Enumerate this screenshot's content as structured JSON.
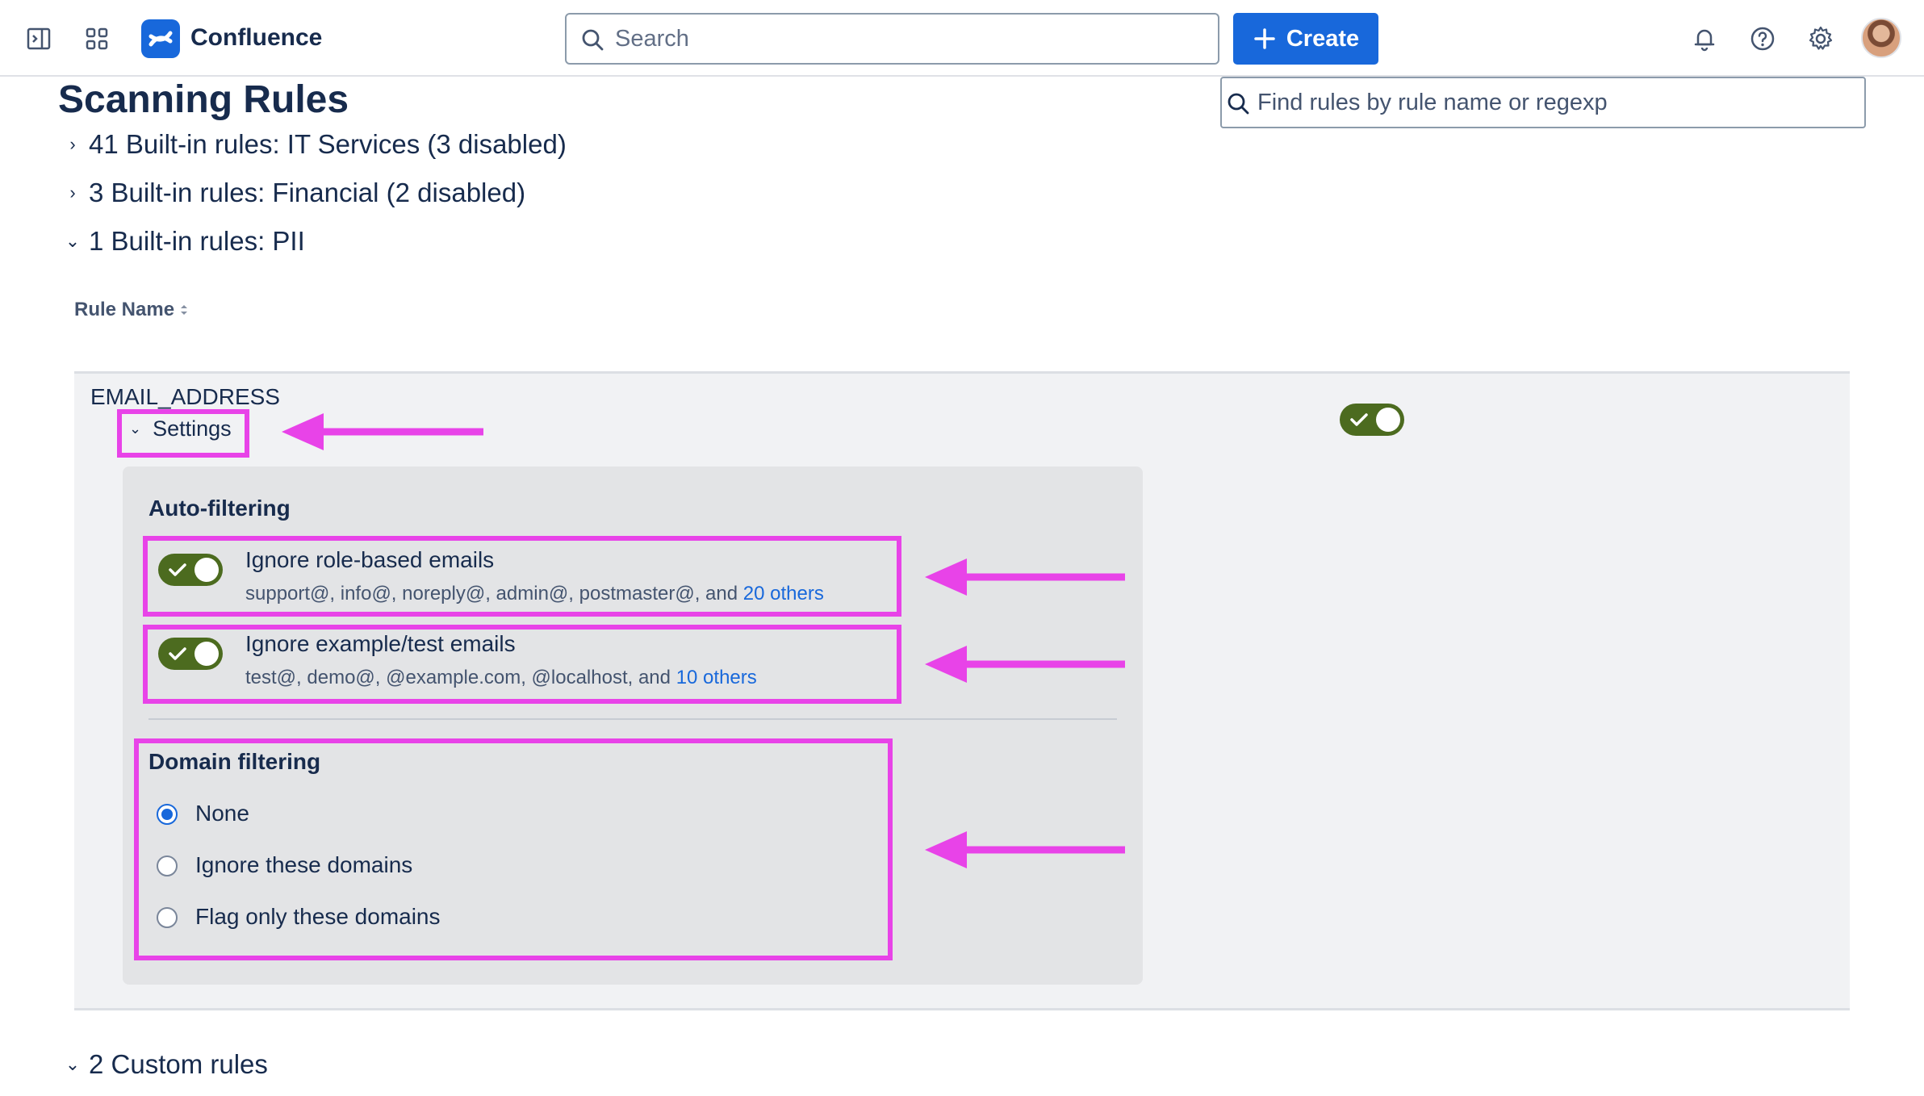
{
  "header": {
    "brand": "Confluence",
    "search_placeholder": "Search",
    "create_label": "Create",
    "icons": [
      "sidebar-toggle-icon",
      "app-switcher-icon",
      "confluence-logo-icon",
      "notifications-icon",
      "help-icon",
      "settings-icon",
      "avatar"
    ]
  },
  "page": {
    "title": "Scanning Rules",
    "rule_search_placeholder": "Find rules by rule name or regexp"
  },
  "groups": [
    {
      "label": "41 Built-in rules: IT Services (3 disabled)",
      "expanded": false
    },
    {
      "label": "3 Built-in rules: Financial (2 disabled)",
      "expanded": false
    },
    {
      "label": "1 Built-in rules: PII",
      "expanded": true
    }
  ],
  "table": {
    "column_header": "Rule Name"
  },
  "rule": {
    "name": "EMAIL_ADDRESS",
    "enabled": true,
    "settings_label": "Settings",
    "auto_filtering": {
      "heading": "Auto-filtering",
      "options": [
        {
          "title": "Ignore role-based emails",
          "desc_prefix": "support@, info@, noreply@, admin@, postmaster@, and",
          "desc_link": "20 others",
          "enabled": true
        },
        {
          "title": "Ignore example/test emails",
          "desc_prefix": "test@, demo@, @example.com, @localhost, and",
          "desc_link": "10 others",
          "enabled": true
        }
      ]
    },
    "domain_filtering": {
      "heading": "Domain filtering",
      "options": [
        {
          "label": "None",
          "checked": true
        },
        {
          "label": "Ignore these domains",
          "checked": false
        },
        {
          "label": "Flag only these domains",
          "checked": false
        }
      ]
    }
  },
  "custom_group": {
    "label": "2 Custom rules",
    "expanded": true
  },
  "colors": {
    "primary": "#1868db",
    "toggle_on": "#4c6b1f",
    "annotation": "#e843e8",
    "row_bg": "#f1f2f4",
    "panel_bg": "#e3e4e6"
  }
}
